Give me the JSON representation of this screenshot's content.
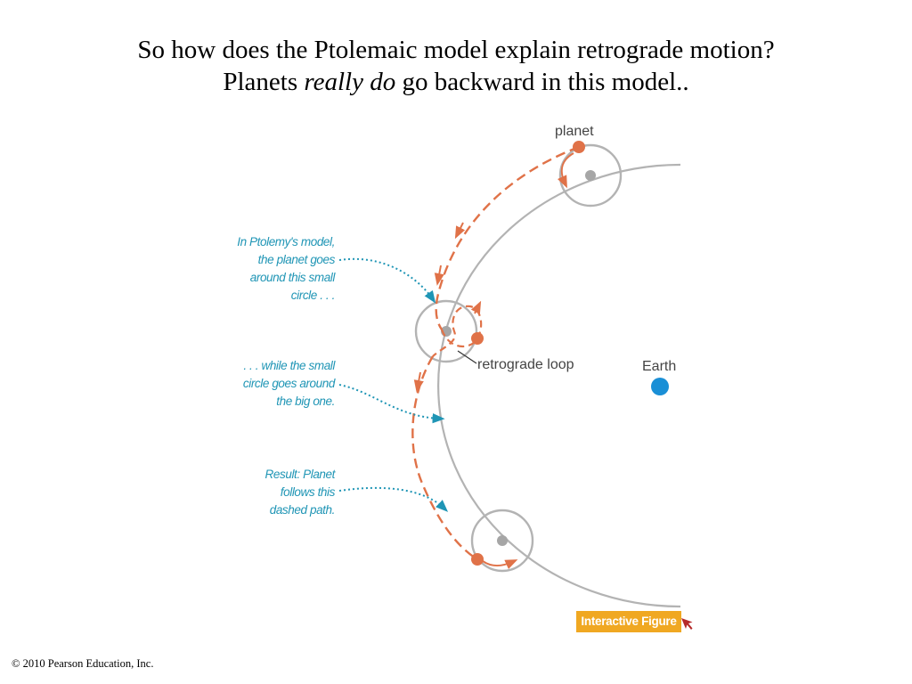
{
  "title": {
    "line1": "So how does the Ptolemaic model explain retrograde motion?",
    "line2_pre": "Planets ",
    "line2_em": "really do",
    "line2_post": " go backward in this model.."
  },
  "labels": {
    "planet": "planet",
    "retrograde_loop": "retrograde loop",
    "earth": "Earth"
  },
  "annotations": {
    "small_circle": [
      "In Ptolemy's model,",
      "the planet goes",
      "around this small",
      "circle . . ."
    ],
    "big_circle": [
      ". . . while the small",
      "circle goes around",
      "the big one."
    ],
    "result": [
      "Result: Planet",
      "follows this",
      "dashed path."
    ]
  },
  "interactive_badge": "Interactive Figure",
  "copyright": "© 2010 Pearson Education, Inc.",
  "colors": {
    "orbit": "#b3b3b3",
    "center_dot": "#a6a6a6",
    "planet_path": "#e07248",
    "earth": "#1a8fd6",
    "annotation": "#1f95b5",
    "badge": "#f0a822",
    "cursor": "#b52a2a"
  },
  "icons": {
    "cursor": "cursor-arrow-icon"
  }
}
